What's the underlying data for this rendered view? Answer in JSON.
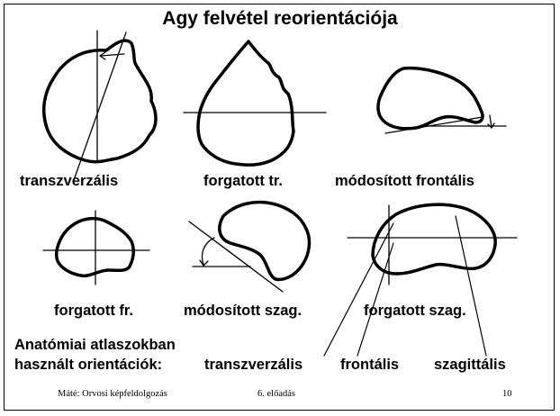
{
  "slide": {
    "title": "Agy felvétel reorientációja",
    "labels": {
      "row1": [
        "transzverzális",
        "forgatott tr.",
        "módosított frontális"
      ],
      "row2": [
        "forgatott fr.",
        "módosított szag.",
        "forgatott szag."
      ]
    },
    "atlas": {
      "line1": "Anatómiai atlaszokban",
      "line2": "használt orientációk:",
      "orientations": [
        "transzverzális",
        "frontális",
        "szagittális"
      ]
    },
    "footer": {
      "author": "Máté: Orvosi képfeldolgozás",
      "lecture": "6. előadás",
      "page": "10"
    }
  }
}
